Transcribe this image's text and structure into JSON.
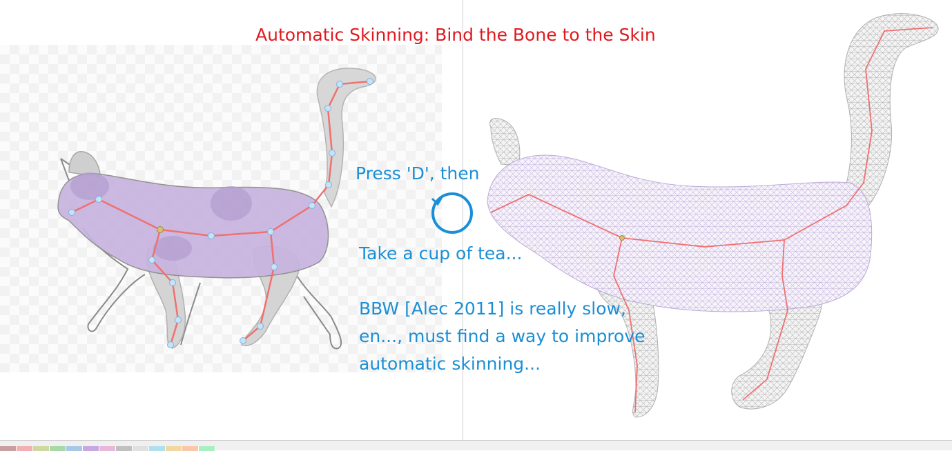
{
  "title": "Automatic Skinning: Bind the Bone to the Skin",
  "annotations": {
    "press_d": "Press 'D', then",
    "tea": "Take a cup of tea...",
    "bbw_line1": "BBW [Alec 2011] is really slow,",
    "bbw_line2": "en..., must find a way to improve",
    "bbw_line3": "automatic skinning..."
  },
  "colors": {
    "title": "#e0191f",
    "annotation": "#1a8fd6",
    "bone": "#f07070",
    "joint": "#b8d8f0",
    "skin_purple": "#c5b3de",
    "mesh_grey": "#bdbdbd"
  },
  "palette": [
    "#c9a0a0",
    "#f3b0b0",
    "#cfd8a0",
    "#a8d8a8",
    "#a8c8e8",
    "#c8a8e0",
    "#e8b8d8",
    "#c0c0c0",
    "#e0e0e0",
    "#b0e0f0",
    "#f0d8a0",
    "#f8c8a8",
    "#a8f0c0"
  ]
}
